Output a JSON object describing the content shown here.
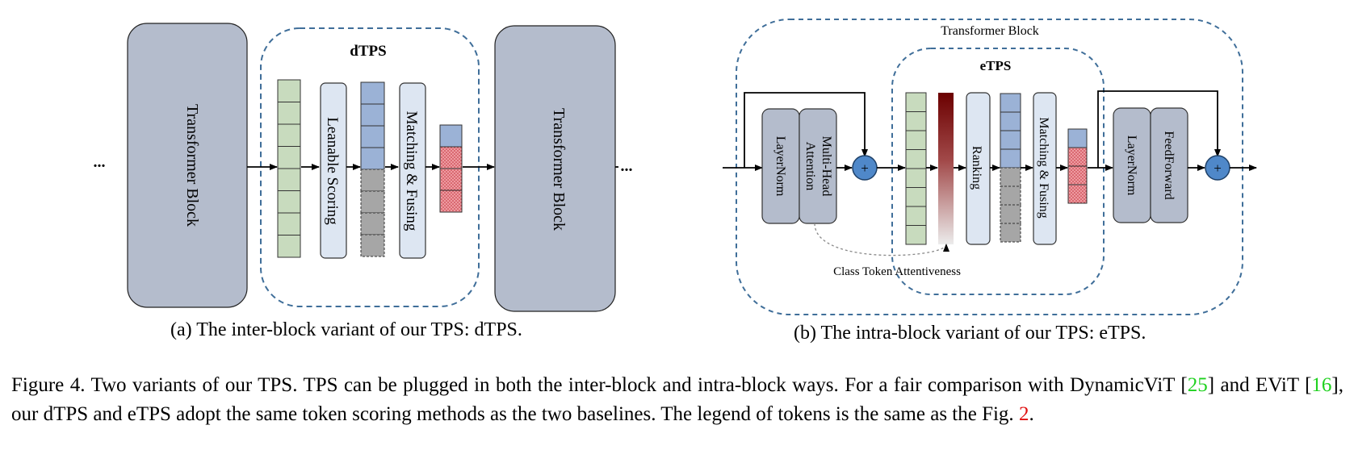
{
  "figure": {
    "dtps": {
      "left_block": "Transformer Block",
      "right_block": "Transformer Block",
      "panel_title": "dTPS",
      "scoring": "Leanable Scoring",
      "matching": "Matching & Fusing",
      "ellipsis": "..."
    },
    "etps": {
      "outer_title": "Transformer Block",
      "panel_title": "eTPS",
      "layernorm1": "LayerNorm",
      "attention": "Multi-Head Attention",
      "ranking": "Ranking",
      "matching": "Matching & Fusing",
      "layernorm2": "LayerNorm",
      "feedforward": "FeedForward",
      "plus": "+",
      "attentiveness": "Class Token Attentiveness"
    },
    "caption_a": "(a) The inter-block variant of our TPS: dTPS.",
    "caption_b": "(b) The intra-block variant of our TPS: eTPS."
  },
  "caption": {
    "part1": "Figure 4. Two variants of our TPS. TPS can be plugged in both the inter-block and intra-block ways. For a fair comparison with DynamicViT [",
    "ref1": "25",
    "part2": "] and EViT [",
    "ref2": "16",
    "part3": "], our dTPS and eTPS adopt the same token scoring methods as the two baselines. The legend of tokens is the same as the Fig. ",
    "ref3": "2",
    "part4": "."
  },
  "colors": {
    "block": "#b4bccc",
    "dashed": "#3f6e99",
    "green": "#c8dbbe",
    "blue_token": "#9bb2d6",
    "gray_token": "#a6a6a6",
    "red_token": "#ee9aa0",
    "light_module": "#dde6f2",
    "plus_circle": "#4f88c9"
  }
}
